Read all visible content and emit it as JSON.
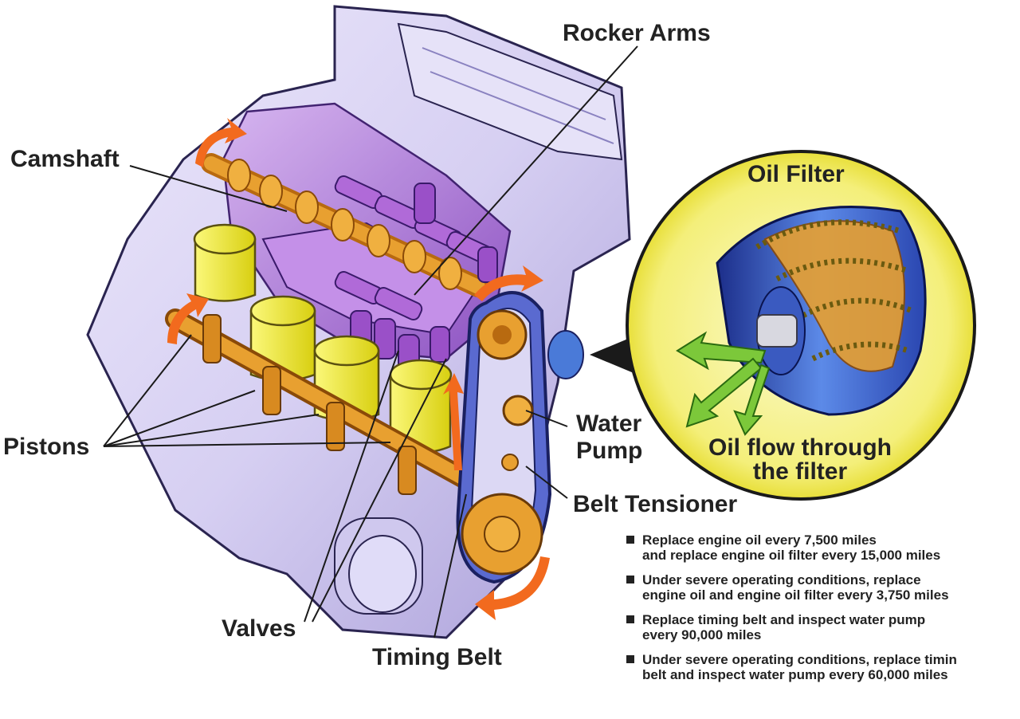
{
  "labels": {
    "rocker_arms": "Rocker Arms",
    "camshaft": "Camshaft",
    "pistons": "Pistons",
    "valves": "Valves",
    "timing_belt": "Timing Belt",
    "water_pump_1": "Water",
    "water_pump_2": "Pump",
    "belt_tensioner": "Belt Tensioner",
    "oil_filter": "Oil Filter",
    "oil_flow_1": "Oil flow through",
    "oil_flow_2": "the filter"
  },
  "maintenance_notes": [
    {
      "line1": "Replace engine oil every 7,500 miles",
      "line2": "and replace engine oil filter every 15,000 miles"
    },
    {
      "line1": "Under severe operating conditions, replace",
      "line2": "engine oil and engine oil filter every 3,750 miles"
    },
    {
      "line1": "Replace timing belt and inspect water pump",
      "line2": "every 90,000 miles"
    },
    {
      "line1": "Under severe operating conditions, replace timin",
      "line2": "belt and inspect water pump every 60,000 miles"
    }
  ],
  "colors": {
    "engine_block": "#d8d2f2",
    "head_purple": "#b07ad8",
    "piston_yellow": "#f2ee2a",
    "camshaft_orange": "#e8a030",
    "arrow_orange": "#f26a1e",
    "belt_blue": "#3a4aa0",
    "filter_circle": "#f8f49a",
    "filter_blue": "#4a7ad8",
    "flow_green": "#7cc83a"
  }
}
